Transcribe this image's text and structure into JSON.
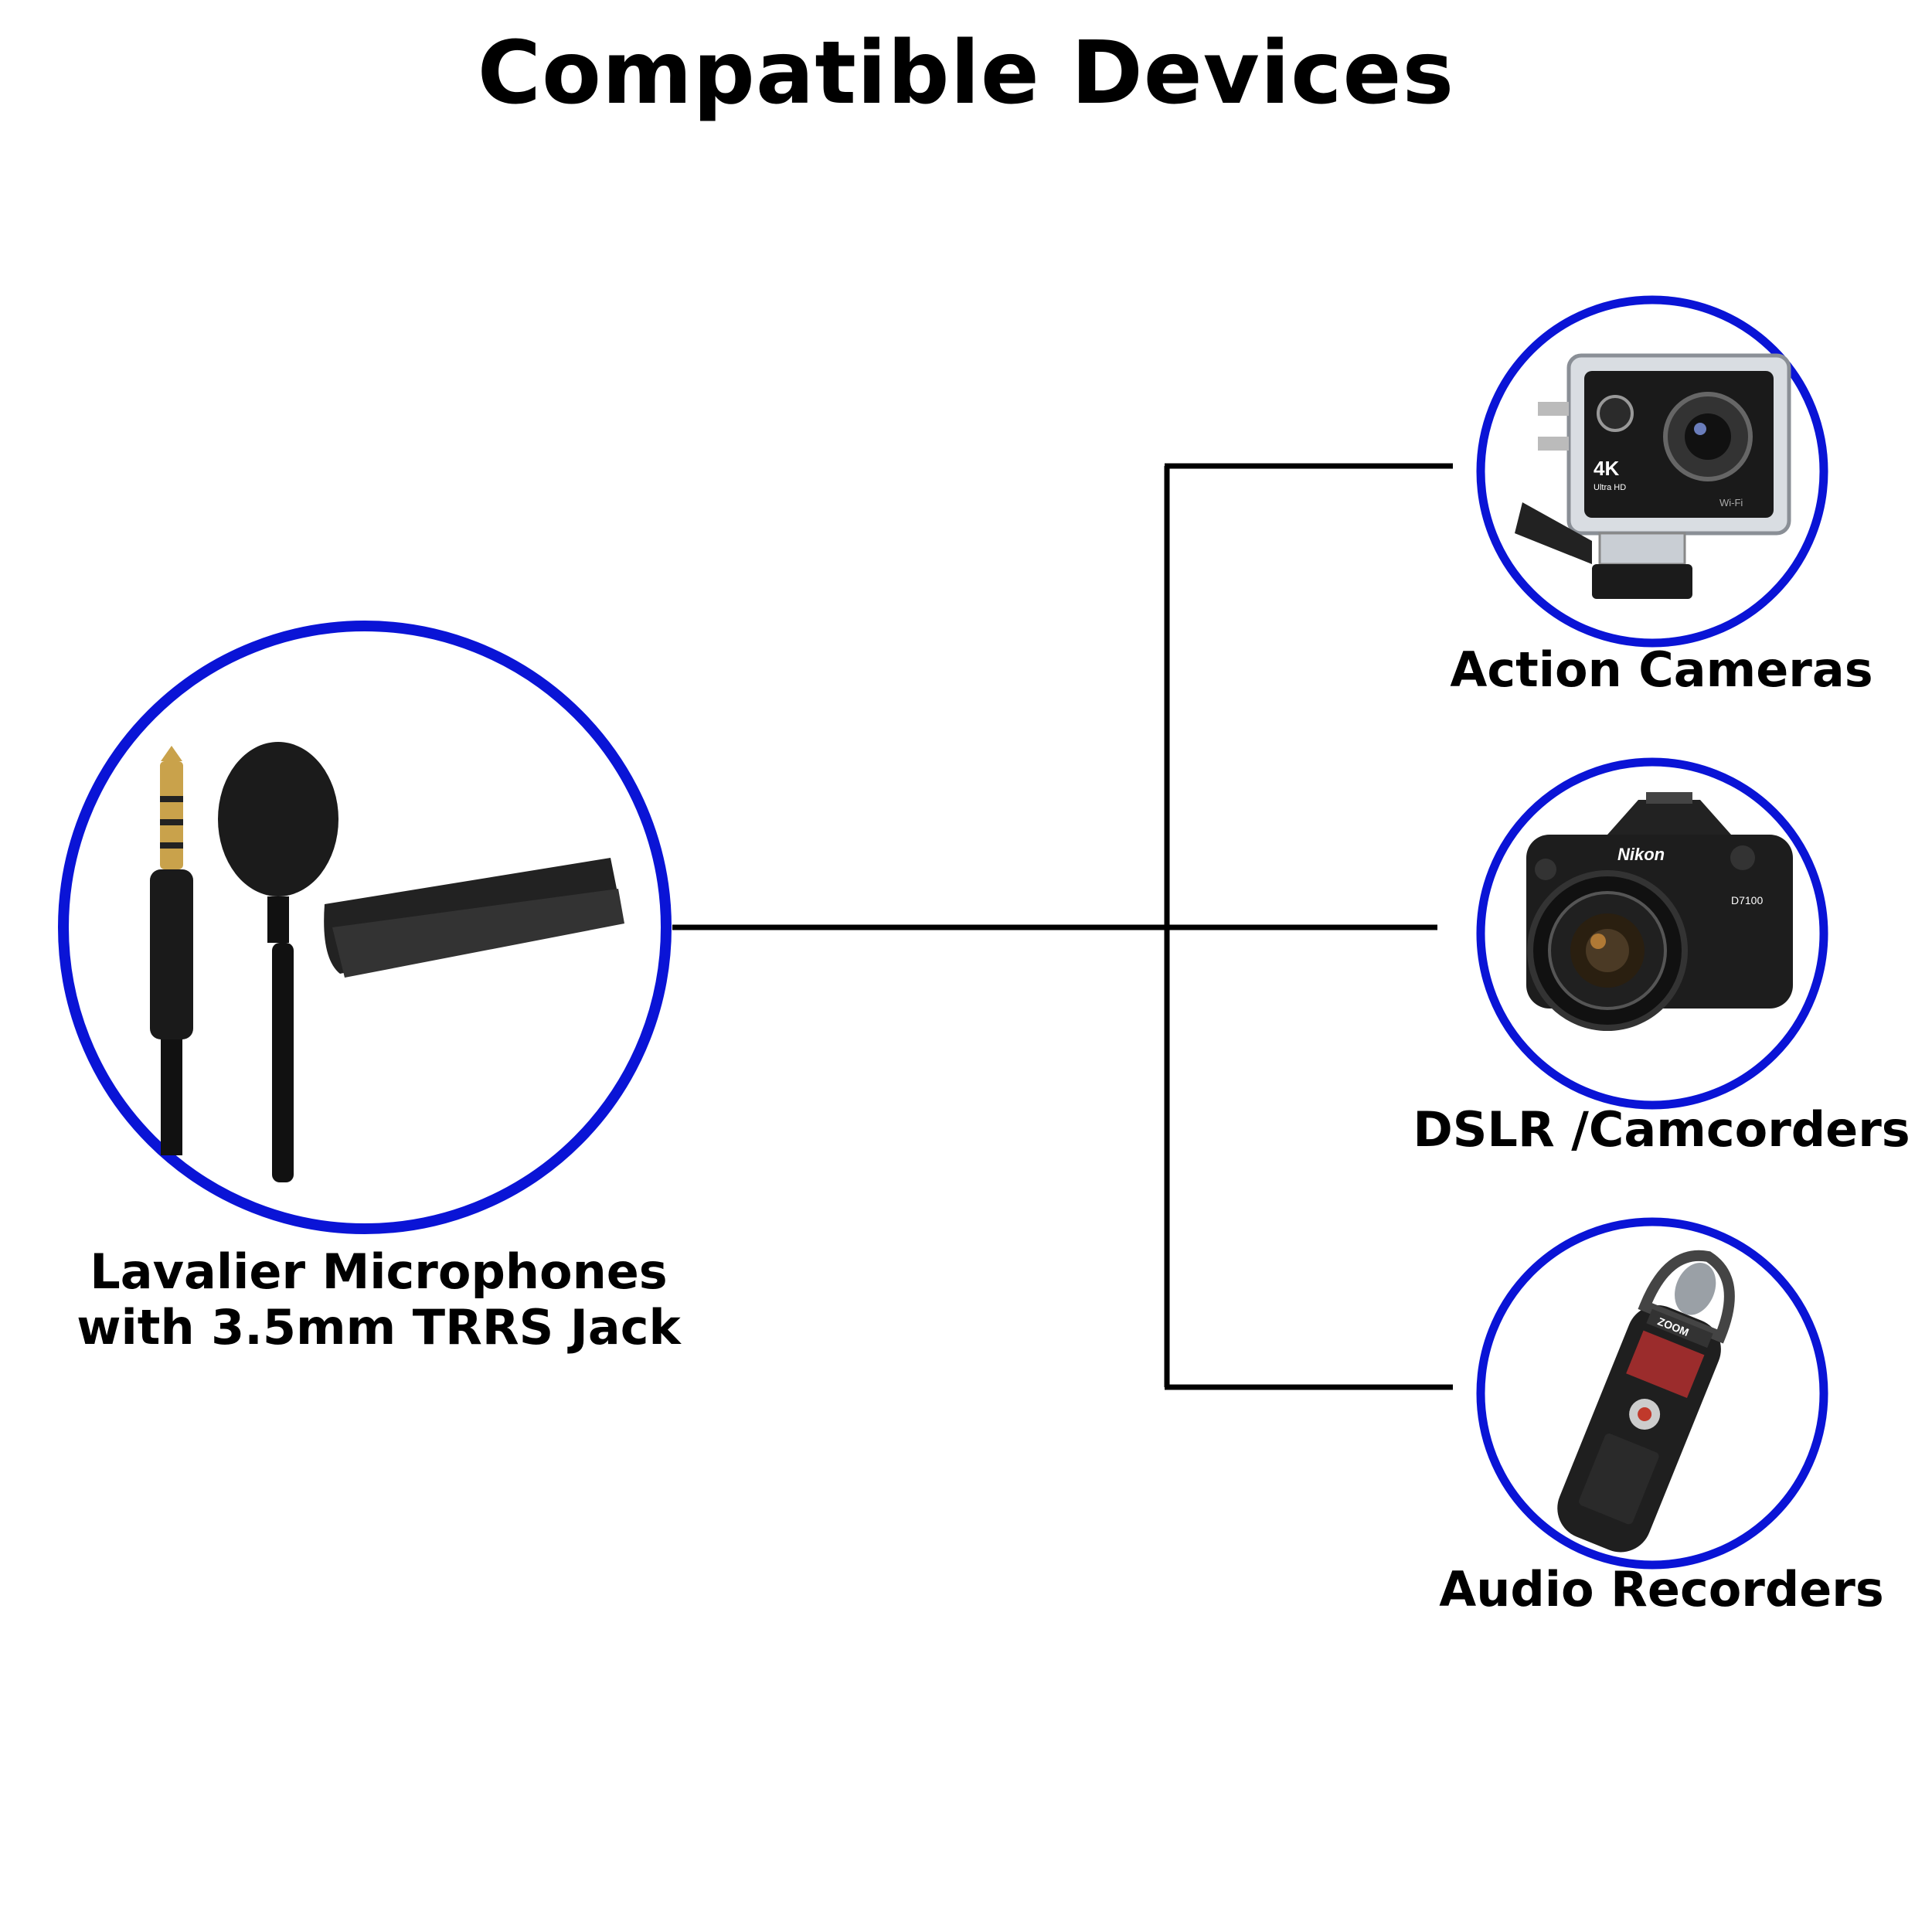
{
  "title": "Compatible Devices",
  "colors": {
    "circle_border": "#0a14d6",
    "connector": "#000000",
    "background": "#ffffff"
  },
  "source": {
    "label_line1": "Lavalier Microphones",
    "label_line2": "with 3.5mm TRRS Jack",
    "icon": "lavalier-microphone-icon"
  },
  "devices": [
    {
      "label": "Action Cameras",
      "icon": "action-camera-icon",
      "printed_text": [
        "4K",
        "Ultra HD",
        "Wi-Fi"
      ]
    },
    {
      "label": "DSLR /Camcorders",
      "icon": "dslr-camera-icon",
      "printed_text": [
        "Nikon",
        "D7100"
      ]
    },
    {
      "label": "Audio Recorders",
      "icon": "audio-recorder-icon",
      "printed_text": [
        "ZOOM"
      ]
    }
  ]
}
